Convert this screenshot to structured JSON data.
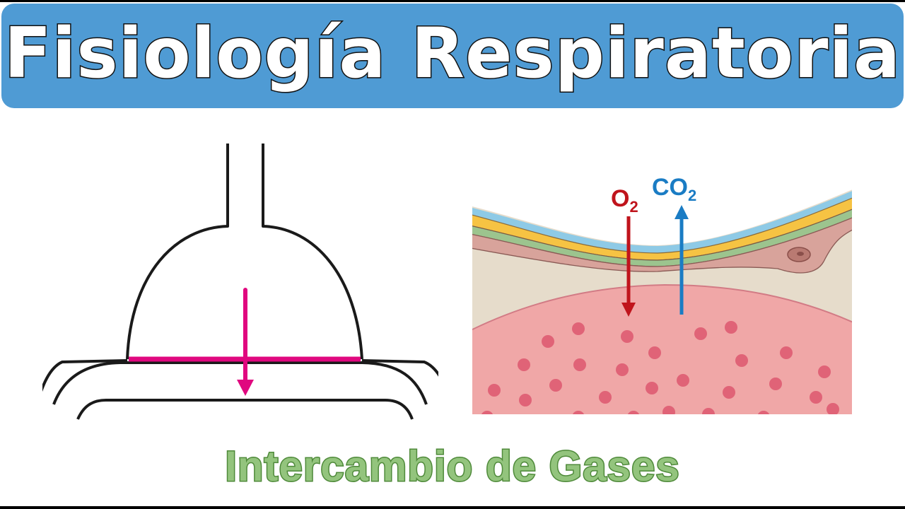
{
  "header": {
    "title": "Fisiología Respiratoria",
    "background_color": "#4f9bd4"
  },
  "left_diagram": {
    "description": "Bell-jar lung model with diaphragm moving down",
    "diaphragm_color": "#e0087f",
    "arrow_direction": "down"
  },
  "right_diagram": {
    "description": "Alveolar-capillary membrane gas exchange",
    "labels": {
      "o2": {
        "base": "O",
        "sub": "2",
        "color": "#c0141c",
        "arrow": "down"
      },
      "co2": {
        "base": "CO",
        "sub": "2",
        "color": "#1a7cc4",
        "arrow": "up"
      }
    },
    "layers": [
      {
        "name": "surfactant",
        "color": "#8ecae6"
      },
      {
        "name": "epithelium",
        "color": "#f6c343"
      },
      {
        "name": "basement-membrane",
        "color": "#9cc48e"
      },
      {
        "name": "endothelium",
        "color": "#d8a39b"
      },
      {
        "name": "interstitium",
        "color": "#e6dccb"
      },
      {
        "name": "capillary-blood",
        "color": "#f0a7a7"
      }
    ]
  },
  "footer": {
    "subtitle": "Intercambio de Gases",
    "color": "#93c47d"
  }
}
